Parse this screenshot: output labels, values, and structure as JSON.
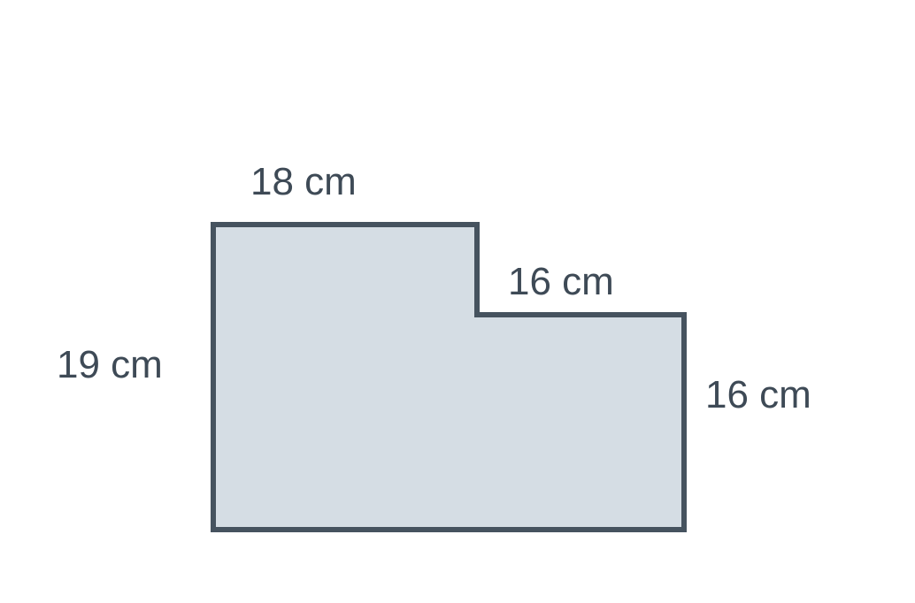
{
  "figure": {
    "shape": "L-shaped polygon (rectangle with top-right corner notch)",
    "fill_color": "#d5dde4",
    "stroke_color": "#46535f",
    "labels": {
      "top_width": "18 cm",
      "notch_width": "16 cm",
      "left_height": "19 cm",
      "right_height": "16 cm"
    }
  }
}
